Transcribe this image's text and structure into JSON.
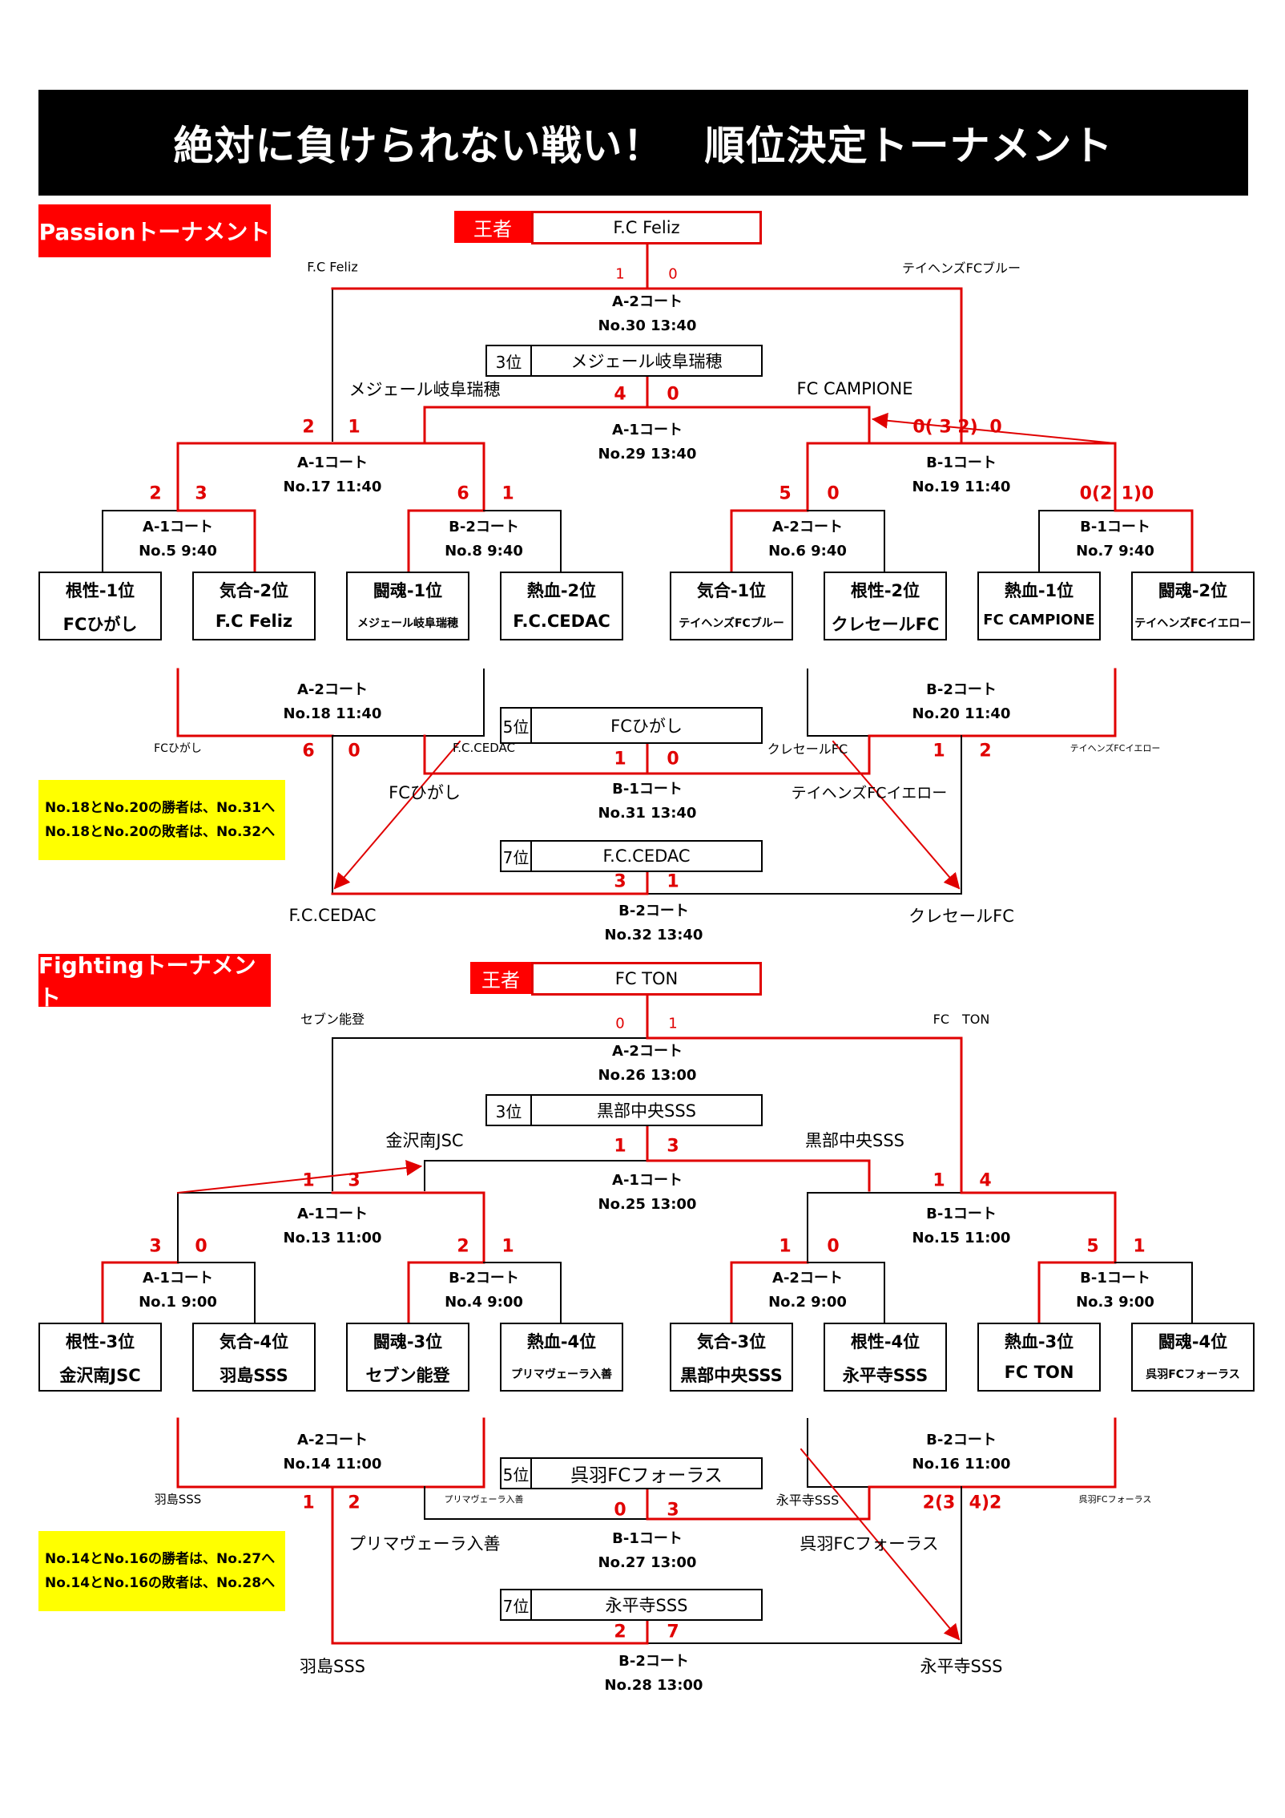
{
  "title": "絶対に負けられない戦い！　順位決定トーナメント",
  "passion": {
    "section_label": "Passionトーナメント",
    "ou_label": "王者",
    "champion": "F.C Feliz",
    "final": {
      "left_team": "F.C Feliz",
      "right_team": "テイヘンズFCブルー",
      "score_left": "1",
      "score_right": "0",
      "court": "A-2コート",
      "match": "No.30 13:40"
    },
    "third": {
      "rank": "3位",
      "team": "メジェール岐阜瑞穂"
    },
    "semi3": {
      "left_team": "メジェール岐阜瑞穂",
      "right_team": "FC CAMPIONE",
      "score_left": "4",
      "score_right": "0",
      "court": "A-1コート",
      "match": "No.29 13:40"
    },
    "qf_left": {
      "score_left": "2",
      "score_right": "1",
      "court": "A-1コート",
      "match": "No.17 11:40"
    },
    "qf_right": {
      "score_left": "0( 3  2)",
      "score_right": "0",
      "court": "B-1コート",
      "match": "No.19 11:40"
    },
    "r1": [
      {
        "score_left": "2",
        "score_right": "3",
        "court": "A-1コート",
        "match": "No.5 9:40"
      },
      {
        "score_left": "6",
        "score_right": "1",
        "court": "B-2コート",
        "match": "No.8 9:40"
      },
      {
        "score_left": "5",
        "score_right": "0",
        "court": "A-2コート",
        "match": "No.6 9:40"
      },
      {
        "score_left": "0(2",
        "score_right": "1)0",
        "court": "B-1コート",
        "match": "No.7 9:40"
      }
    ],
    "teams": [
      {
        "rank": "根性-1位",
        "name": "FCひがし"
      },
      {
        "rank": "気合-2位",
        "name": "F.C Feliz"
      },
      {
        "rank": "闘魂-1位",
        "name": "メジェール岐阜瑞穂"
      },
      {
        "rank": "熱血-2位",
        "name": "F.C.CEDAC"
      },
      {
        "rank": "気合-1位",
        "name": "テイヘンズFCブルー"
      },
      {
        "rank": "根性-2位",
        "name": "クレセールFC"
      },
      {
        "rank": "熱血-1位",
        "name": "FC CAMPIONE"
      },
      {
        "rank": "闘魂-2位",
        "name": "テイヘンズFCイエロー"
      }
    ],
    "cons_left": {
      "court": "A-2コート",
      "match": "No.18 11:40",
      "left_team": "FCひがし",
      "right_team": "F.C.CEDAC",
      "score_left": "6",
      "score_right": "0"
    },
    "cons_right": {
      "court": "B-2コート",
      "match": "No.20 11:40",
      "left_team": "クレセールFC",
      "right_team": "テイヘンズFCイエロー",
      "score_left": "1",
      "score_right": "2"
    },
    "fifth": {
      "rank": "5位",
      "team": "FCひがし",
      "left_team": "FCひがし",
      "right_team": "テイヘンズFCイエロー",
      "score_left": "1",
      "score_right": "0",
      "court": "B-1コート",
      "match": "No.31 13:40"
    },
    "seventh": {
      "rank": "7位",
      "team": "F.C.CEDAC",
      "left_team": "F.C.CEDAC",
      "right_team": "クレセールFC",
      "score_left": "3",
      "score_right": "1",
      "court": "B-2コート",
      "match": "No.32 13:40"
    },
    "note": [
      "No.18とNo.20の勝者は、No.31へ",
      "No.18とNo.20の敗者は、No.32へ"
    ]
  },
  "fighting": {
    "section_label": "Fightingトーナメント",
    "ou_label": "王者",
    "champion": "FC TON",
    "final": {
      "left_team": "セブン能登",
      "right_team": "FC　TON",
      "score_left": "0",
      "score_right": "1",
      "court": "A-2コート",
      "match": "No.26 13:00"
    },
    "third": {
      "rank": "3位",
      "team": "黒部中央SSS"
    },
    "semi3": {
      "left_team": "金沢南JSC",
      "right_team": "黒部中央SSS",
      "score_left": "1",
      "score_right": "3",
      "court": "A-1コート",
      "match": "No.25 13:00"
    },
    "qf_left": {
      "score_left": "1",
      "score_right": "3",
      "court": "A-1コート",
      "match": "No.13 11:00"
    },
    "qf_right": {
      "score_left": "1",
      "score_right": "4",
      "court": "B-1コート",
      "match": "No.15 11:00"
    },
    "r1": [
      {
        "score_left": "3",
        "score_right": "0",
        "court": "A-1コート",
        "match": "No.1 9:00"
      },
      {
        "score_left": "2",
        "score_right": "1",
        "court": "B-2コート",
        "match": "No.4 9:00"
      },
      {
        "score_left": "1",
        "score_right": "0",
        "court": "A-2コート",
        "match": "No.2 9:00"
      },
      {
        "score_left": "5",
        "score_right": "1",
        "court": "B-1コート",
        "match": "No.3 9:00"
      }
    ],
    "teams": [
      {
        "rank": "根性-3位",
        "name": "金沢南JSC"
      },
      {
        "rank": "気合-4位",
        "name": "羽島SSS"
      },
      {
        "rank": "闘魂-3位",
        "name": "セブン能登"
      },
      {
        "rank": "熱血-4位",
        "name": "プリマヴェーラ入善"
      },
      {
        "rank": "気合-3位",
        "name": "黒部中央SSS"
      },
      {
        "rank": "根性-4位",
        "name": "永平寺SSS"
      },
      {
        "rank": "熱血-3位",
        "name": "FC TON"
      },
      {
        "rank": "闘魂-4位",
        "name": "呉羽FCフォーラス"
      }
    ],
    "cons_left": {
      "court": "A-2コート",
      "match": "No.14 11:00",
      "left_team": "羽島SSS",
      "right_team": "プリマヴェーラ入善",
      "score_left": "1",
      "score_right": "2"
    },
    "cons_right": {
      "court": "B-2コート",
      "match": "No.16 11:00",
      "left_team": "永平寺SSS",
      "right_team": "呉羽FCフォーラス",
      "score_left": "2(3",
      "score_right": "4)2"
    },
    "fifth": {
      "rank": "5位",
      "team": "呉羽FCフォーラス",
      "left_team": "プリマヴェーラ入善",
      "right_team": "呉羽FCフォーラス",
      "score_left": "0",
      "score_right": "3",
      "court": "B-1コート",
      "match": "No.27 13:00"
    },
    "seventh": {
      "rank": "7位",
      "team": "永平寺SSS",
      "left_team": "羽島SSS",
      "right_team": "永平寺SSS",
      "score_left": "2",
      "score_right": "7",
      "court": "B-2コート",
      "match": "No.28 13:00"
    },
    "note": [
      "No.14とNo.16の勝者は、No.27へ",
      "No.14とNo.16の敗者は、No.28へ"
    ]
  },
  "colors": {
    "accent": "#e00000",
    "note_bg": "#ffff00",
    "banner_bg": "#000000"
  }
}
